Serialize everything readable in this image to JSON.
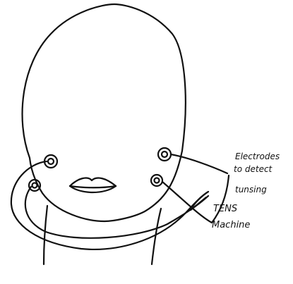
{
  "labels": {
    "electrodes_line1": "Electrodes",
    "electrodes_line2": "to detect",
    "electrodes_line3": "tunsing",
    "tens_line1": "TENS",
    "tens_line2": "Machine"
  },
  "colors": {
    "ink": "#111111",
    "background": "#ffffff"
  }
}
